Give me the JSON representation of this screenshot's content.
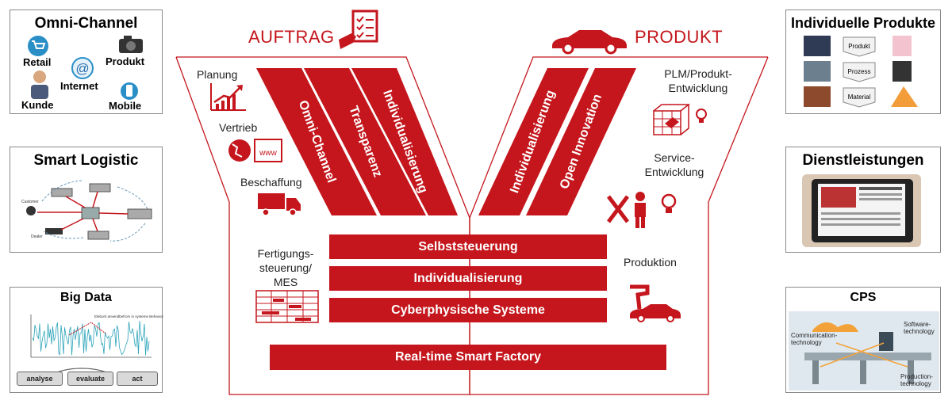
{
  "header": {
    "left": "AUFTRAG",
    "right": "PRODUKT"
  },
  "panels": {
    "omni": {
      "title": "Omni-Channel",
      "retail": "Retail",
      "produkt": "Produkt",
      "internet": "Internet",
      "kunde": "Kunde",
      "mobile": "Mobile"
    },
    "logistic": {
      "title": "Smart Logistic",
      "customer": "Customer",
      "dealer": "Dealer"
    },
    "bigdata": {
      "title": "Big Data",
      "chart_caption": "Eleborit anvendbefrom in systeme Behavior",
      "buttons": [
        "analyse",
        "evaluate",
        "act"
      ]
    },
    "produkte": {
      "title": "Individuelle Produkte",
      "items": [
        "Produkt",
        "Prozess",
        "Material"
      ]
    },
    "dienst": {
      "title": "Dienstleistungen"
    },
    "cps": {
      "title": "CPS",
      "comm": "Communication-\ntechnology",
      "software": "Software-\ntechnology",
      "production": "Production-\ntechnology"
    }
  },
  "left_labels": {
    "planung": "Planung",
    "vertrieb": "Vertrieb",
    "beschaffung": "Beschaffung",
    "fertigung": "Fertigungs-\nsteuerung/\nMES"
  },
  "right_labels": {
    "plm": "PLM/Produkt-\nEntwicklung",
    "service": "Service-\nEntwicklung",
    "produktion": "Produktion"
  },
  "left_stripes": [
    "Omni-Channel",
    "Transparenz",
    "Individualisierung"
  ],
  "right_stripes": [
    "Individualisierung",
    "Open Innovation"
  ],
  "bars": [
    "Selbststeuerung",
    "Individualisierung",
    "Cyberphysische Systeme"
  ],
  "factory": "Real-time Smart Factory",
  "colors": {
    "accent": "#c4161c",
    "panel_border": "#8a8a8a"
  }
}
